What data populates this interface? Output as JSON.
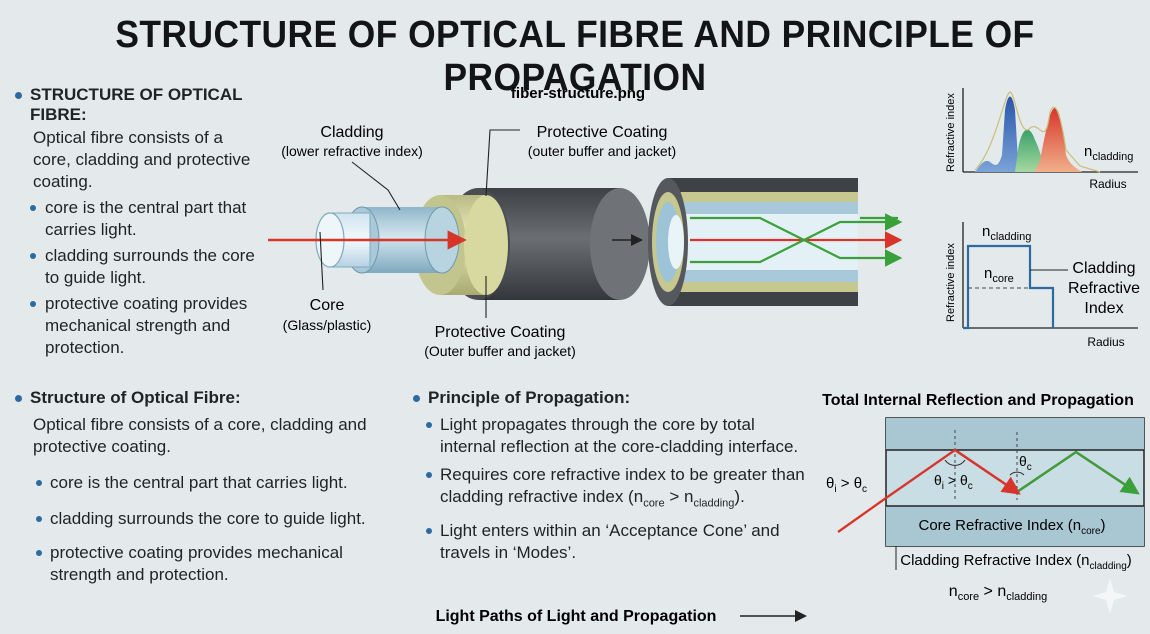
{
  "title": "STRUCTURE OF OPTICAL FIBRE AND PRINCIPLE OF PROPAGATION",
  "left_top": {
    "heading": "STRUCTURE OF OPTICAL FIBRE:",
    "intro": "Optical fibre consists of a core, cladding and protective coating.",
    "bullets": [
      "core is the central part that carries light.",
      "cladding surrounds the core to guide light.",
      "protective coating provides mechanical strength and protection."
    ]
  },
  "center_diagram": {
    "filename": "fiber-structure.png",
    "cladding_label": "Cladding",
    "cladding_sub": "(lower refractive index)",
    "coating_top_label": "Protective Coating",
    "coating_top_sub": "(outer buffer and jacket)",
    "core_label": "Core",
    "core_sub": "(Glass/plastic)",
    "coating_bottom_label": "Protective Coating",
    "coating_bottom_sub": "(Outer buffer and jacket)"
  },
  "graph_top": {
    "ylabel": "Refractive index",
    "xlabel": "Radius",
    "curve_label": "n",
    "curve_sub": "cladding"
  },
  "graph_step": {
    "ylabel": "Refractive index",
    "xlabel": "Radius",
    "n_cladding_main": "n",
    "n_cladding_sub": "cladding",
    "n_core_main": "n",
    "n_core_sub": "core",
    "annot": "Cladding Refractive Index"
  },
  "left_bottom": {
    "heading": "Structure of Optical Fibre:",
    "intro": "Optical fibre consists of a core, cladding and protective coating.",
    "bullets": [
      "core is the central part that carries light.",
      "cladding surrounds the core to guide light.",
      "protective coating provides mechanical strength and protection."
    ]
  },
  "principle": {
    "heading": "Principle of Propagation:",
    "b1": "Light propagates through the core by total internal reflection at the core-cladding interface.",
    "b2_text": "Requires core refractive index to be greater than cladding refractive index (",
    "b2_ncore": "n",
    "b2_ncore_sub": "core",
    "b2_gt": " > ",
    "b2_nclad": "n",
    "b2_nclad_sub": "cladding",
    "b2_end": ").",
    "b3": "Light enters within an ‘Acceptance Cone’ and travels in ‘Modes’.",
    "footer": "Light Paths of Light and Propagation"
  },
  "tir": {
    "title": "Total Internal Reflection and Propagation",
    "theta_i": "θ",
    "theta_i_sub": "i",
    "gt": " > ",
    "theta_c": "θ",
    "theta_c_sub": "c",
    "core_label": "Core Refractive Index (n",
    "core_label_sub": "core",
    "cladding_label": "Cladding Refractive Index (n",
    "cladding_label_sub": "cladding",
    "close": ")",
    "rel_n1": "n",
    "rel_n1_sub": "core",
    "rel_gt": " > ",
    "rel_n2": "n",
    "rel_n2_sub": "cladding"
  },
  "colors": {
    "accent_blue": "#2c6aa0",
    "ray_red": "#d8352a",
    "ray_green": "#3aa03a",
    "coating_yellow": "#d8d9a0",
    "jacket_gray": "#55595e"
  }
}
